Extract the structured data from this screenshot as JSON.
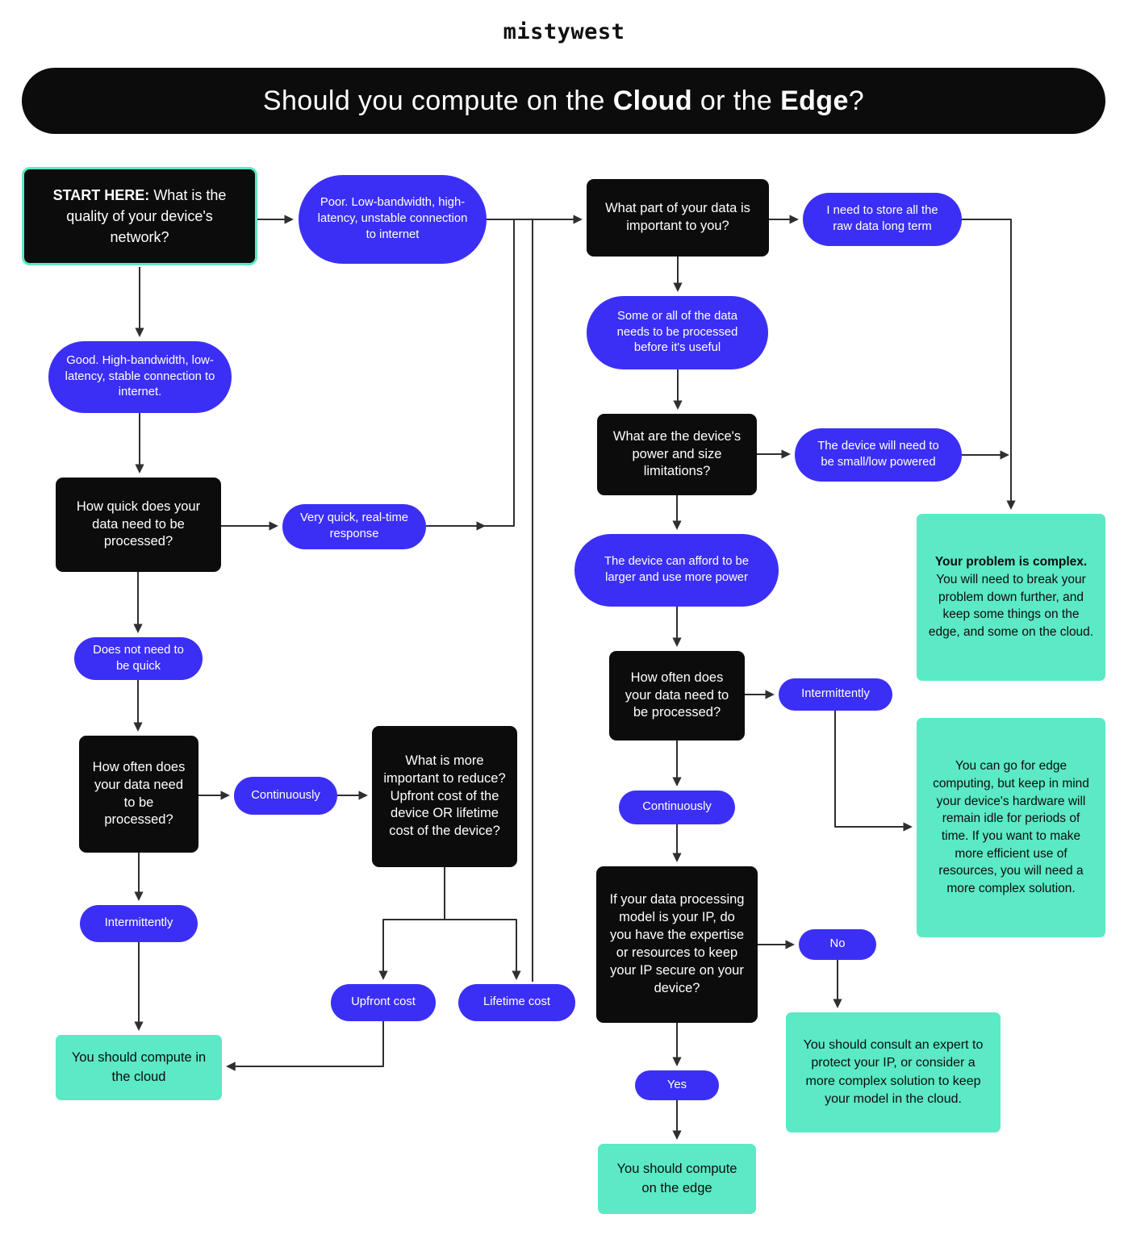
{
  "logo": "mistywest",
  "title": {
    "part1": "Should you compute on the ",
    "bold1": "Cloud",
    "part2": " or the ",
    "bold2": "Edge",
    "part3": "?"
  },
  "colors": {
    "blue": "#3b2ff5",
    "teal": "#5ce9c5",
    "node_black": "#0c0c0c"
  },
  "nodes": {
    "start": {
      "bold": "START HERE:",
      "text": " What is the quality of your device's network?"
    },
    "poor": {
      "text": "Poor. Low-bandwidth, high-latency, unstable connection to internet"
    },
    "good": {
      "text": "Good. High-bandwidth, low-latency, stable connection to internet."
    },
    "how_quick": {
      "text": "How quick does your data need to be processed?"
    },
    "very_quick": {
      "text": "Very quick, real-time response"
    },
    "not_quick": {
      "text": "Does not need to be quick"
    },
    "how_often_left": {
      "text": "How often does your data need to be processed?"
    },
    "continuously_left": {
      "text": "Continuously"
    },
    "what_reduce": {
      "text": "What is more important to reduce? Upfront cost of the device OR lifetime cost of the device?"
    },
    "intermittently_left": {
      "text": "Intermittently"
    },
    "upfront_cost": {
      "text": "Upfront cost"
    },
    "lifetime_cost": {
      "text": "Lifetime cost"
    },
    "compute_cloud": {
      "text": "You should compute in the cloud"
    },
    "what_part": {
      "text": "What part of your data is important to you?"
    },
    "store_raw": {
      "text": "I need to store all the raw data long term"
    },
    "some_or_all": {
      "text": "Some or all of the data needs to be processed before it's useful"
    },
    "power_size": {
      "text": "What are the device's power and size limitations?"
    },
    "small_low_power": {
      "text": "The device will need to be small/low powered"
    },
    "problem_complex": {
      "bold": "Your problem is complex.",
      "text": " You will need to break your problem down further, and keep some things on the edge, and some on the cloud."
    },
    "larger_power": {
      "text": "The device can afford to be larger and use more power"
    },
    "how_often_right": {
      "text": "How often does your data need to be processed?"
    },
    "intermittently_right": {
      "text": "Intermittently"
    },
    "edge_idle": {
      "text": "You can go for edge computing, but keep in mind your device's hardware will remain idle for periods of time. If you want to make more efficient use of resources, you will need a more complex solution."
    },
    "continuously_right": {
      "text": "Continuously"
    },
    "ip_secure": {
      "text": "If your data processing model is your IP, do you have the expertise or resources to keep your IP secure on your device?"
    },
    "no": {
      "text": "No"
    },
    "consult_expert": {
      "text": "You should consult an expert to protect your IP, or consider a more complex solution to keep your model in the cloud."
    },
    "yes": {
      "text": "Yes"
    },
    "compute_edge": {
      "text": "You should compute on the edge"
    }
  }
}
